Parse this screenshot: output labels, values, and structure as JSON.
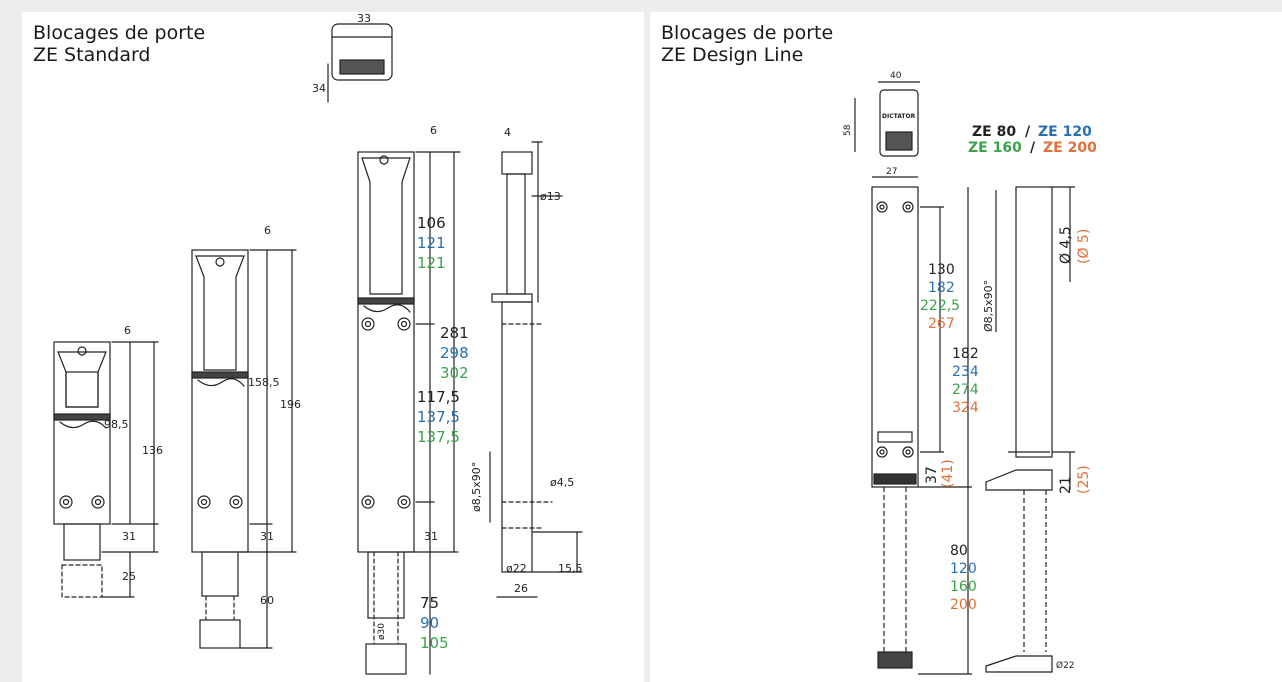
{
  "colors": {
    "black": "#222222",
    "blue": "#2a6fb0",
    "green": "#3aa34a",
    "orange": "#e0703a"
  },
  "left_panel": {
    "title_line1": "Blocages de porte",
    "title_line2": "ZE Standard",
    "small": {
      "top_offset": "6",
      "travel": "98,5",
      "total": "136",
      "bottom_gap": "31",
      "foot": "25"
    },
    "medium": {
      "top_offset": "6",
      "travel": "158,5",
      "total": "196",
      "bottom_gap": "31",
      "foot": "60"
    },
    "head": {
      "width": "33",
      "height": "34"
    },
    "large": {
      "top_offset": "6",
      "upper": [
        "106",
        "121",
        "121"
      ],
      "total": [
        "281",
        "298",
        "302"
      ],
      "lower": [
        "117,5",
        "137,5",
        "137,5"
      ],
      "bottom_gap": "31",
      "foot": [
        "75",
        "90",
        "105"
      ],
      "tip": "ø30"
    },
    "side": {
      "top": "4",
      "d13": "ø13",
      "hole": "ø8,5x90°",
      "d45": "ø4,5",
      "d22": "ø22",
      "d155": "15,5",
      "width": "26"
    }
  },
  "right_panel": {
    "title_line1": "Blocages de porte",
    "title_line2": "ZE Design Line",
    "models": {
      "m80": "ZE 80",
      "m120": "ZE 120",
      "m160": "ZE 160",
      "m200": "ZE 200",
      "sep": "/"
    },
    "head": {
      "width": "40",
      "height": "58",
      "brand": "DICTATOR"
    },
    "body_width": "27",
    "upper": [
      "130",
      "182",
      "222,5",
      "267"
    ],
    "middle": [
      "182",
      "234",
      "274",
      "324"
    ],
    "bottom_gap": [
      "37",
      "(41)"
    ],
    "foot": [
      "80",
      "120",
      "160",
      "200"
    ],
    "side": {
      "hole": "Ø8,5x90°",
      "d45": "Ø 4,5",
      "d5": "(Ø 5)",
      "g21": "21",
      "g25": "(25)",
      "d22": "Ø22"
    }
  }
}
